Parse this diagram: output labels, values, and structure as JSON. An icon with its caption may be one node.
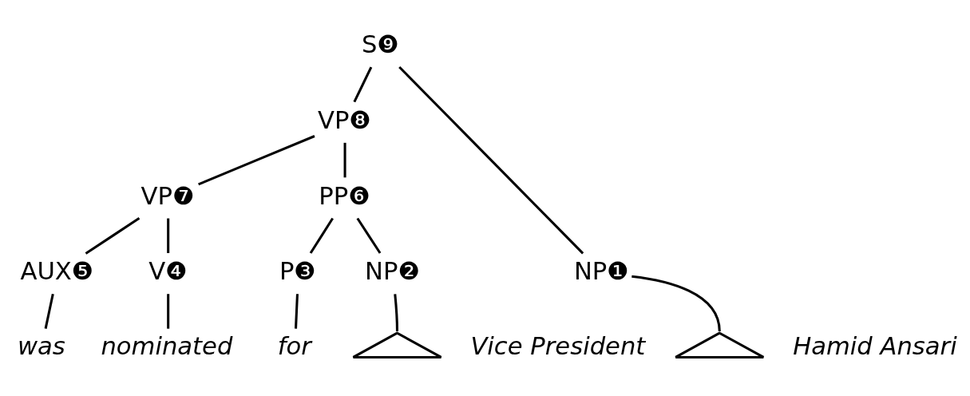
{
  "diagram": {
    "nodes": [
      {
        "text": [
          "S❾"
        ]
      },
      {
        "text": [
          "VP❽"
        ]
      },
      {
        "text": [
          "VP❼"
        ]
      },
      {
        "text": [
          "PP❻"
        ]
      },
      {
        "text": [
          "NP❶"
        ]
      },
      {
        "text": [
          "AUX❺"
        ]
      },
      {
        "text": [
          "V❹"
        ]
      },
      {
        "text": [
          "P❸"
        ]
      },
      {
        "text": [
          "NP❷"
        ]
      },
      {
        "text": [],
        "shape": "triangle",
        "beside": [
          "Hamid Ansari"
        ]
      },
      {
        "text": [
          "was"
        ]
      },
      {
        "text": [
          "nominated"
        ]
      },
      {
        "text": [
          "for"
        ]
      },
      {
        "text": [],
        "shape": "triangle",
        "beside": [
          "Vice President"
        ]
      }
    ],
    "edges": [
      {
        "from": 0,
        "to": 4,
        "arrow": "none"
      },
      {
        "from": 0,
        "to": 1,
        "arrow": "none"
      },
      {
        "from": 1,
        "to": 2,
        "arrow": "none"
      },
      {
        "from": 1,
        "to": 3,
        "arrow": "none"
      },
      {
        "from": 2,
        "to": 5,
        "arrow": "none"
      },
      {
        "from": 2,
        "to": 6,
        "arrow": "none"
      },
      {
        "from": 3,
        "to": 7,
        "arrow": "none"
      },
      {
        "from": 3,
        "to": 8,
        "arrow": "none"
      },
      {
        "from": 4,
        "to": 9,
        "arrow": "none"
      },
      {
        "from": 5,
        "to": 10,
        "arrow": "none"
      },
      {
        "from": 6,
        "to": 11,
        "arrow": "none"
      },
      {
        "from": 7,
        "to": 12,
        "arrow": "none"
      },
      {
        "from": 8,
        "to": 13,
        "arrow": "none"
      }
    ]
  }
}
